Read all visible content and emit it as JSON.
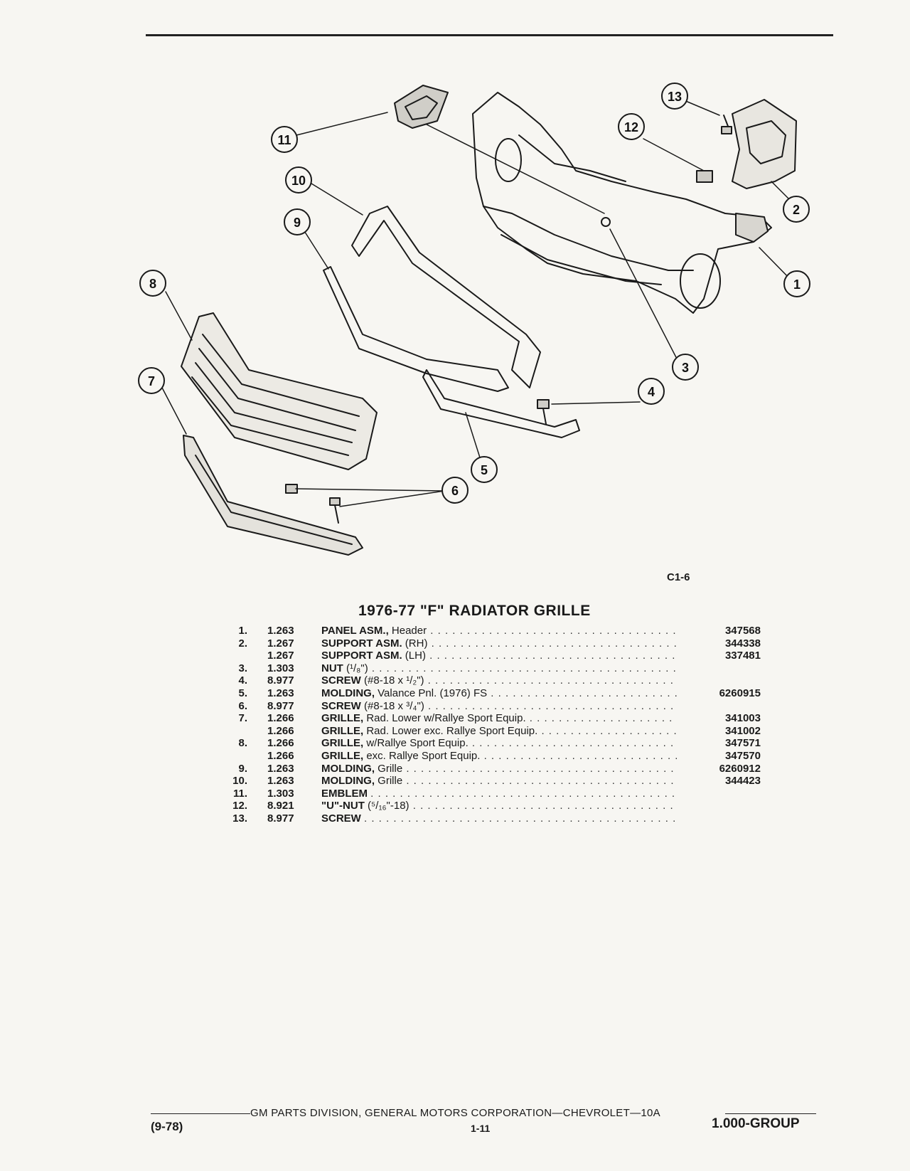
{
  "figure": {
    "code": "C1-6"
  },
  "callouts": [
    "1",
    "2",
    "3",
    "4",
    "5",
    "6",
    "7",
    "8",
    "9",
    "10",
    "11",
    "12",
    "13"
  ],
  "title": "1976-77 \"F\" RADIATOR GRILLE",
  "parts": [
    {
      "num": "1.",
      "group": "1.263",
      "name": "PANEL ASM.,",
      "desc": " Header",
      "part": "347568"
    },
    {
      "num": "2.",
      "group": "1.267",
      "name": "SUPPORT ASM.",
      "desc": " (RH)",
      "part": "344338"
    },
    {
      "num": "",
      "group": "1.267",
      "name": "SUPPORT ASM.",
      "desc": " (LH)",
      "part": "337481"
    },
    {
      "num": "3.",
      "group": "1.303",
      "name": "NUT",
      "desc": " (¹/₈\")",
      "part": ""
    },
    {
      "num": "4.",
      "group": "8.977",
      "name": "SCREW",
      "desc": " (#8-18 x ¹/₂\")",
      "part": ""
    },
    {
      "num": "5.",
      "group": "1.263",
      "name": "MOLDING,",
      "desc": " Valance Pnl. (1976) FS",
      "part": "6260915"
    },
    {
      "num": "6.",
      "group": "8.977",
      "name": "SCREW",
      "desc": " (#8-18 x ³/₄\")",
      "part": ""
    },
    {
      "num": "7.",
      "group": "1.266",
      "name": "GRILLE,",
      "desc": " Rad. Lower w/Rallye Sport Equip.",
      "part": "341003"
    },
    {
      "num": "",
      "group": "1.266",
      "name": "GRILLE,",
      "desc": " Rad. Lower exc. Rallye Sport Equip.",
      "part": "341002"
    },
    {
      "num": "8.",
      "group": "1.266",
      "name": "GRILLE,",
      "desc": " w/Rallye Sport Equip.",
      "part": "347571"
    },
    {
      "num": "",
      "group": "1.266",
      "name": "GRILLE,",
      "desc": " exc. Rallye Sport Equip.",
      "part": "347570"
    },
    {
      "num": "9.",
      "group": "1.263",
      "name": "MOLDING,",
      "desc": " Grille",
      "part": "6260912"
    },
    {
      "num": "10.",
      "group": "1.263",
      "name": "MOLDING,",
      "desc": " Grille",
      "part": "344423"
    },
    {
      "num": "11.",
      "group": "1.303",
      "name": "EMBLEM",
      "desc": " ",
      "part": ""
    },
    {
      "num": "12.",
      "group": "8.921",
      "name": "\"U\"-NUT",
      "desc": " (⁵/₁₆\"-18)",
      "part": ""
    },
    {
      "num": "13.",
      "group": "8.977",
      "name": "SCREW",
      "desc": " ",
      "part": ""
    }
  ],
  "footer": {
    "corporation": "GM PARTS DIVISION, GENERAL MOTORS CORPORATION—CHEVROLET—10A",
    "date": "(9-78)",
    "page": "1-11",
    "group": "1.000-GROUP"
  }
}
